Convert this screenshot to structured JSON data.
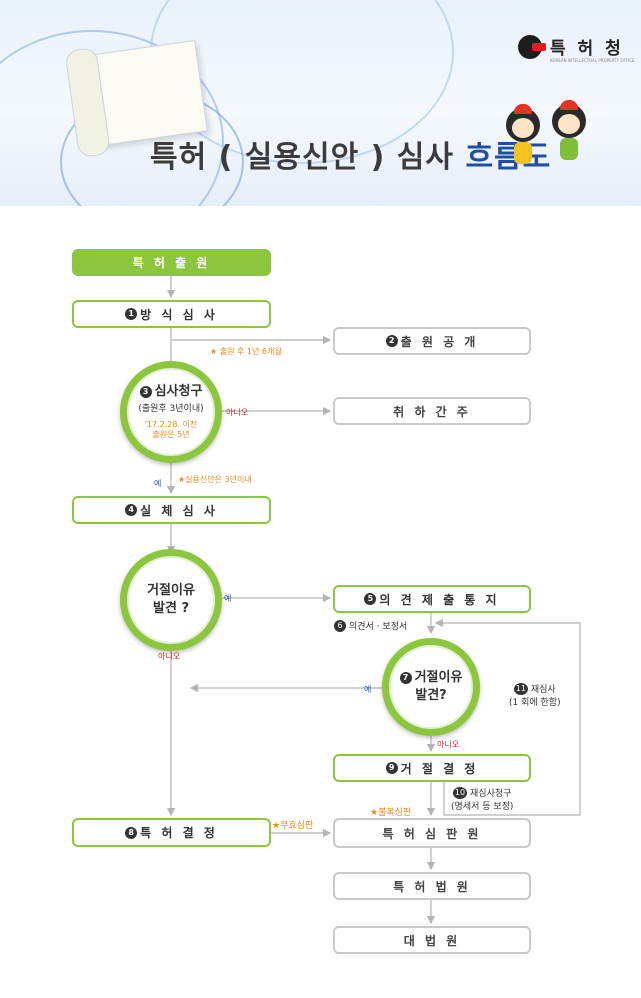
{
  "header": {
    "logo_text": "특 허 청",
    "logo_subtitle": "KOREAN INTELLECTUAL PROPERTY OFFICE",
    "title_main": "특허 ( 실용신안 ) 심사",
    "title_accent": "흐름도"
  },
  "steps": {
    "filing": "특 허 출 원",
    "formality": "방 식 심 사",
    "publication": "출 원 공 개",
    "request_title": "심사청구",
    "request_period": "(출원후 3년이내)",
    "request_note_1": "'17.2.28. 이전",
    "request_note_2": "출원은 5년",
    "withdrawn": "취 하 간 주",
    "substantive": "실 체 심 사",
    "reason1": "거절이유",
    "reason1b": "발견 ?",
    "notice": "의 견 제 출 통 지",
    "opinion": "의견서 · 보정서",
    "reason2": "거절이유",
    "reason2b": "발견?",
    "rejection": "거 절 결 정",
    "grant": "특 허 결 정",
    "trial": "특 허 심 판 원",
    "patent_court": "특 허 법 원",
    "supreme_court": "대 법 원"
  },
  "numbers": {
    "n1": "1",
    "n2": "2",
    "n3": "3",
    "n4": "4",
    "n5": "5",
    "n6": "6",
    "n7": "7",
    "n8": "8",
    "n9": "9",
    "n10": "10",
    "n11": "11"
  },
  "labels": {
    "after_18": "★ 출원 후 1년 6개월",
    "no1": "아니오",
    "yes1": "예",
    "utility3": "★실용신안은 3년이내",
    "yes2": "예",
    "no2": "아니오",
    "yes3": "예",
    "no3": "아니오",
    "invalid": "★무효심판",
    "appeal": "★불복심판",
    "reexam_request": "재심사청구",
    "reexam_request_sub": "(명세서 등 보정)",
    "reexam": "재심사",
    "reexam_sub": "(1 회에 한함)"
  },
  "colors": {
    "green": "#8cc63f",
    "gray_border": "#c9c9c9",
    "orange": "#e88a1a",
    "red": "#d7232a",
    "blue": "#2b5ba8",
    "arrow": "#b4b4b4",
    "title_accent": "#1f4fa3"
  }
}
